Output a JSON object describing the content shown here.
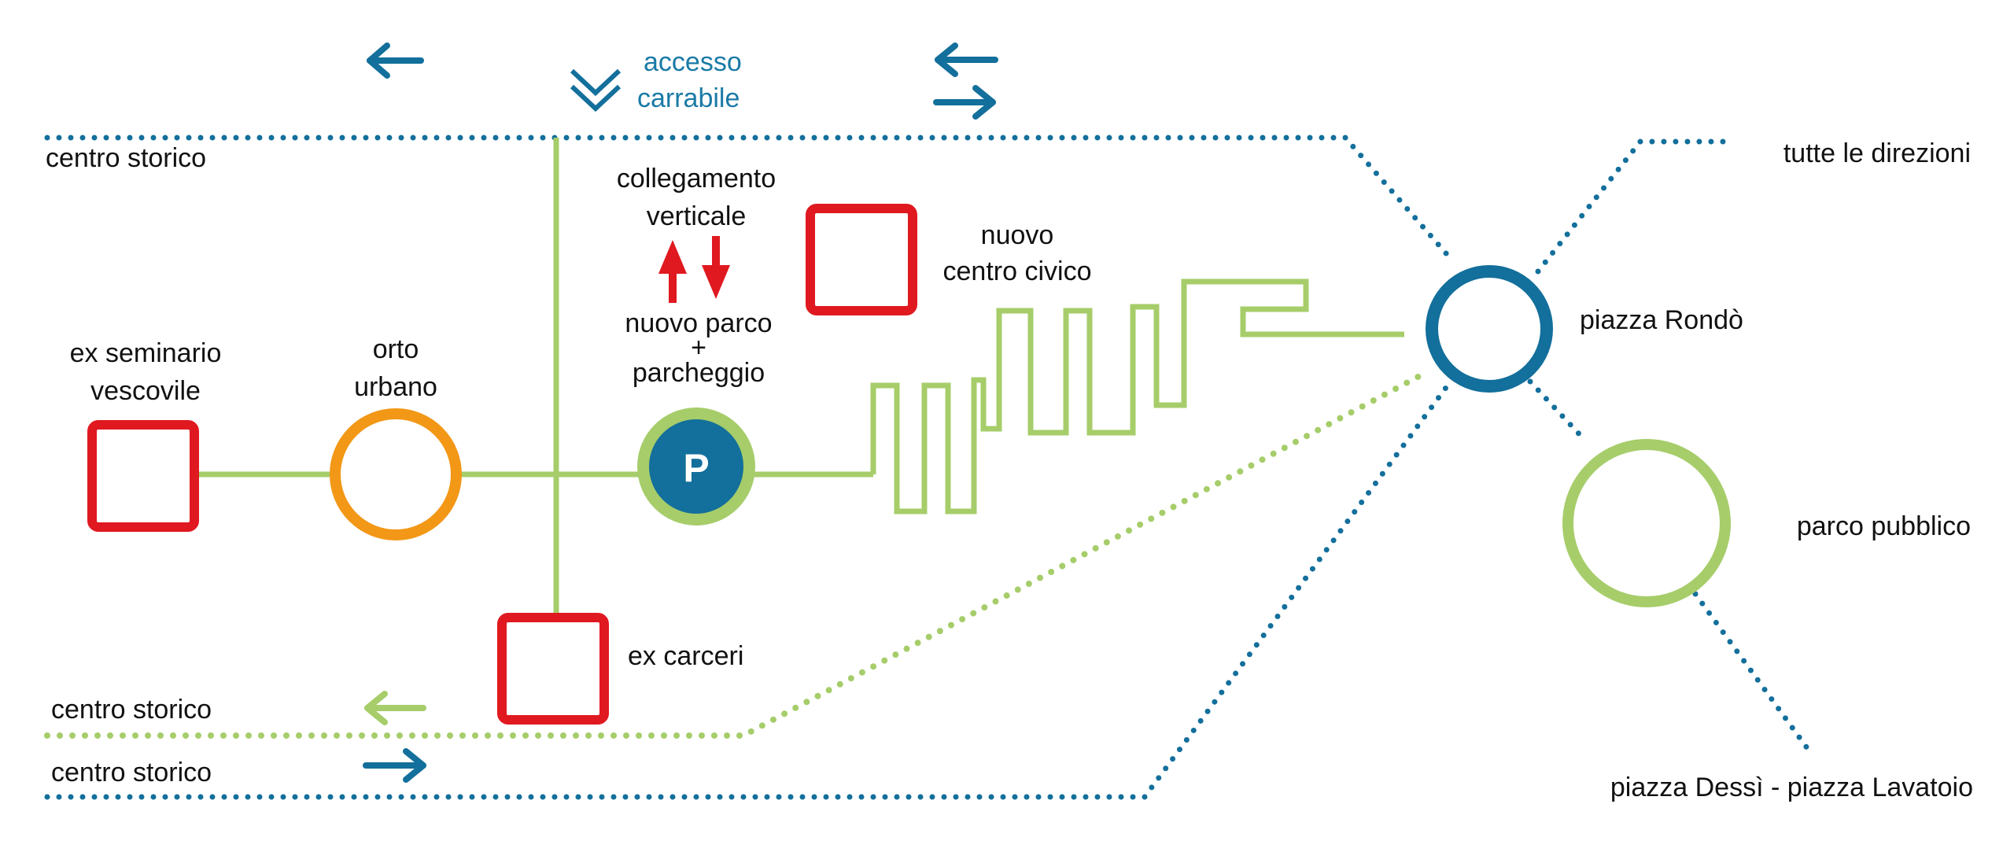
{
  "labels": {
    "centro_storico_top": "centro storico",
    "centro_storico_green": "centro storico",
    "centro_storico_bottom": "centro storico",
    "accesso_line1": "accesso",
    "accesso_line2": "carrabile",
    "collegamento_line1": "collegamento",
    "collegamento_line2": "verticale",
    "nuovo_parco_line1": "nuovo parco",
    "nuovo_parco_line2": "+",
    "nuovo_parco_line3": "parcheggio",
    "centro_civico_line1": "nuovo",
    "centro_civico_line2": "centro civico",
    "seminario_line1": "ex seminario",
    "seminario_line2": "vescovile",
    "orto_line1": "orto",
    "orto_line2": "urbano",
    "ex_carceri": "ex carceri",
    "piazza_rondo": "piazza Rondò",
    "tutte_direzioni": "tutte le direzioni",
    "parco_pubblico": "parco pubblico",
    "piazza_dessi": "piazza Dessì - piazza Lavatoio",
    "parking_symbol": "P"
  },
  "colors": {
    "blue": "#136f9b",
    "blue_text": "#1a7aa6",
    "green": "#a6cd6a",
    "red": "#e01920",
    "orange": "#f29716",
    "text": "#111111"
  },
  "icons": [
    "arrow-left-icon",
    "arrow-right-icon",
    "chevron-down-icon",
    "arrow-up-icon",
    "arrow-down-icon",
    "parking-icon"
  ]
}
